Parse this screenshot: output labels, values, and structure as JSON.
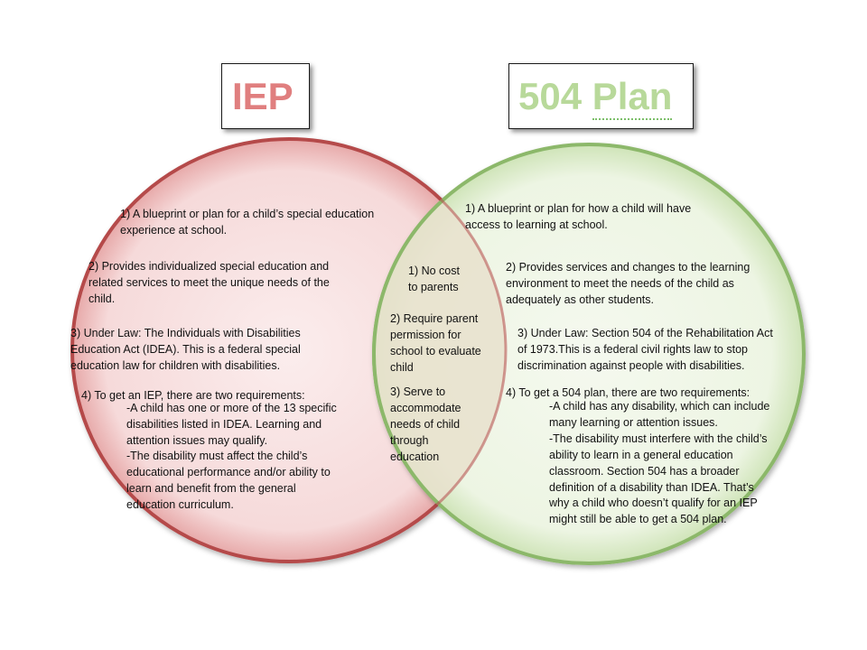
{
  "titles": {
    "iep": "IEP",
    "plan_number": "504",
    "plan_word": "Plan"
  },
  "colors": {
    "iep_fill": "#f7dede",
    "iep_edge": "#b54a4a",
    "plan_fill": "#eef6e4",
    "plan_edge": "#8cb86a",
    "overlap_fill": "#e9e3d2",
    "iep_title": "#e07f7f",
    "plan_title": "#b8d99a"
  },
  "iep": {
    "p1": [
      "1) A blueprint or plan for a child’s special education",
      "experience at school."
    ],
    "p2": [
      "2) Provides individualized special education and",
      "related services to meet the unique needs of the",
      "child."
    ],
    "p3": [
      "3) Under Law: The Individuals with Disabilities",
      "Education Act (IDEA). This is a federal special",
      "education law for children with disabilities."
    ],
    "p4": [
      "4) To get an IEP, there are two requirements:"
    ],
    "p4_detail": [
      "-A child has one or more of the 13 specific",
      "disabilities listed in IDEA. Learning and",
      "attention issues may qualify.",
      "-The disability must affect the child’s",
      "educational performance and/or ability to",
      "learn and benefit from the general",
      "education curriculum."
    ]
  },
  "both": {
    "p1": [
      "1) No cost",
      "to parents"
    ],
    "p2": [
      "2) Require parent",
      "permission for",
      "school to evaluate",
      "child"
    ],
    "p3": [
      "3) Serve to",
      "accommodate",
      "needs of child",
      "through",
      "education"
    ]
  },
  "plan504": {
    "p1": [
      "1) A blueprint or plan for how a child will have",
      "access to learning at school."
    ],
    "p2": [
      "2) Provides services and changes to the learning",
      "environment to meet the needs of the child as",
      "adequately as other students."
    ],
    "p3": [
      "3) Under Law: Section 504 of the Rehabilitation Act",
      "of 1973.This is a federal civil rights law to stop",
      "discrimination against people with disabilities."
    ],
    "p4": [
      "4) To get a 504 plan, there are two requirements:"
    ],
    "p4_detail": [
      "-A child has any disability, which can include",
      "many learning or attention issues.",
      "-The disability must interfere with the child’s",
      "ability to learn in a general education",
      "classroom. Section 504 has a broader",
      "definition of a disability than IDEA. That’s",
      "why a child who doesn’t qualify for an IEP",
      "might still be able to get a 504 plan."
    ]
  }
}
